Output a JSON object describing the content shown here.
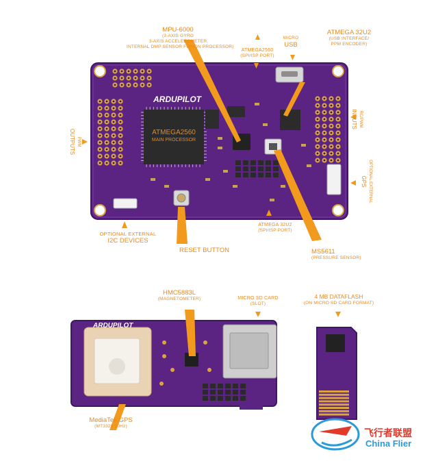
{
  "labels": {
    "mpu6000": {
      "title": "MPU-6000",
      "lines": [
        "(3-AXIS GYRO",
        "3-AXIS ACCELEROMETER",
        "INTERNAL DMP SENSOR FUSION PROCESSOR)"
      ]
    },
    "atmega2560_spi": {
      "title": "ATMEGA2560",
      "sub": "(SPI/ISP PORT)"
    },
    "usb": {
      "sub": "MICRO",
      "title": "USB"
    },
    "atmega32u2_top": {
      "title": "ATMEGA 32U2",
      "lines": [
        "(USB INTERFACE/",
        "PPM ENCODER)"
      ]
    },
    "rc_inputs": {
      "title": "INPUTS",
      "sub": "RC/PWM"
    },
    "pwm_outputs": {
      "title": "OUTPUTS",
      "sub": "PWM"
    },
    "external_gps": {
      "title": "GPS",
      "sub": "OPTIONAL EXTERNAL"
    },
    "i2c": {
      "sub": "OPTIONAL EXTERNAL",
      "title": "I2C DEVICES"
    },
    "reset": {
      "title": "RESET BUTTON"
    },
    "atmega32u2_spi": {
      "title": "ATMEGA 32U2",
      "sub": "(SPI/ISP PORT)"
    },
    "ms5611": {
      "title": "MS5611",
      "sub": "(PRESSURE SENSOR)"
    },
    "hmc5883l": {
      "title": "HMC5883L",
      "sub": "(MAGNETOMETER)"
    },
    "microsd": {
      "title": "MICRO SD CARD",
      "sub": "(SLOT)"
    },
    "dataflash": {
      "title": "4 MB DATAFLASH",
      "sub": "(ON MICRO SD CARD FORMAT)"
    },
    "mediatek": {
      "title": "MediaTek GPS",
      "sub": "(MT3329 10Hz)"
    }
  },
  "chips": {
    "main_name": "ATMEGA2560",
    "main_sub": "MAIN PROCESSOR"
  },
  "logos": {
    "board_logo": "ARDUPILOT",
    "gps_board_logo": "ARDUPILOT"
  },
  "watermark": {
    "cn": "飞行者联盟",
    "en": "China Flier"
  },
  "colors": {
    "board": "#5b2482",
    "board_edge": "#7a3aa6",
    "pad": "#d9a441",
    "accent": "#e8891c",
    "chip": "#2b2b2b"
  }
}
